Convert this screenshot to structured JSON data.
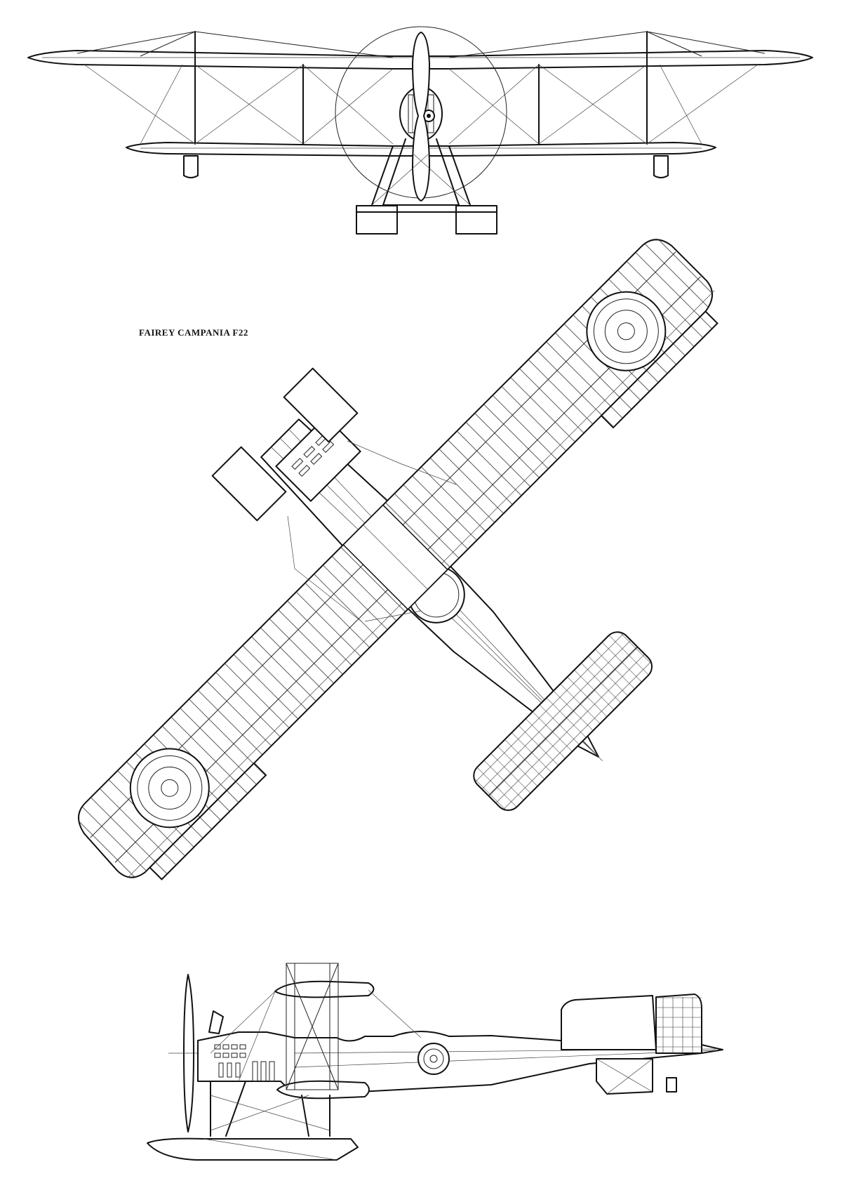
{
  "drawing": {
    "title": "FAIREY CAMPANIA F22",
    "views": [
      "front-view",
      "plan-view",
      "side-view"
    ]
  },
  "colors": {
    "ink": "#111111",
    "paper": "#ffffff"
  }
}
